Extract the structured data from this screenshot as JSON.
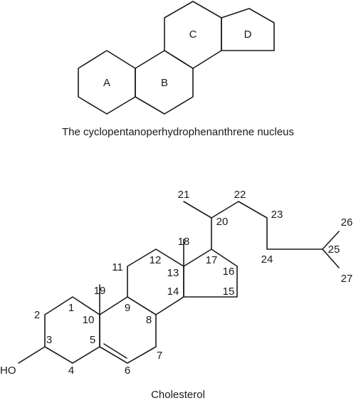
{
  "nucleus": {
    "caption": "The cyclopentanoperhydrophenanthrene nucleus",
    "rings": [
      "A",
      "B",
      "C",
      "D"
    ]
  },
  "cholesterol": {
    "caption": "Cholesterol",
    "hydroxyl": "HO",
    "carbons": [
      "1",
      "2",
      "3",
      "4",
      "5",
      "6",
      "7",
      "8",
      "9",
      "10",
      "11",
      "12",
      "13",
      "14",
      "15",
      "16",
      "17",
      "18",
      "19",
      "20",
      "21",
      "22",
      "23",
      "24",
      "25",
      "26",
      "27"
    ]
  }
}
